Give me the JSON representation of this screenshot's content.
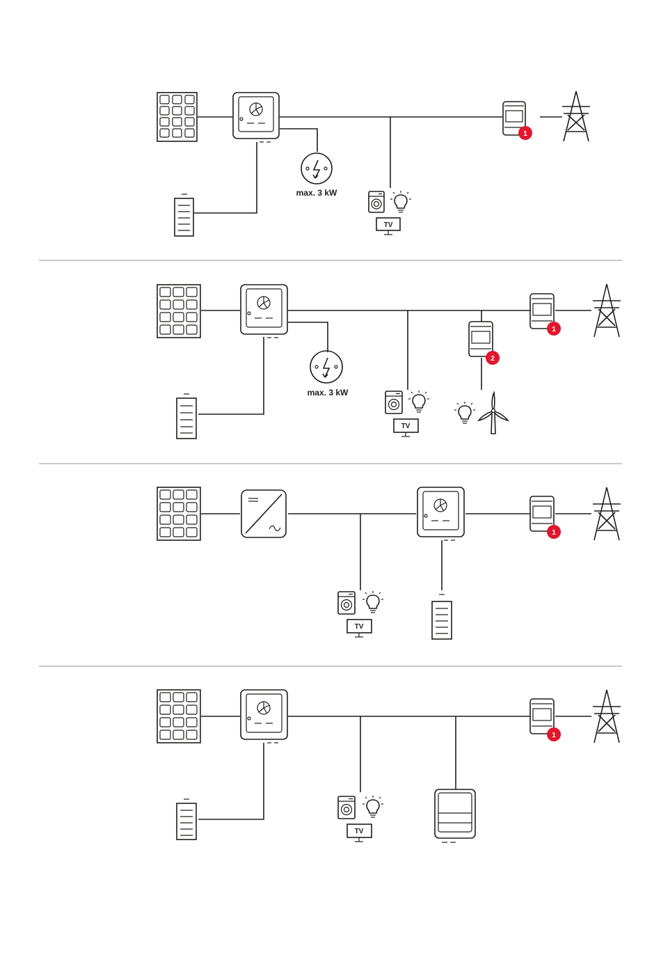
{
  "colors": {
    "line": "#1d1d1b",
    "badge": "#e2172f",
    "separator": "#c8c8c8"
  },
  "diagrams": [
    {
      "id": "diagram-1",
      "wallbox_label": "max. 3 kW",
      "badges": {
        "primary_meter": "1"
      },
      "tv_label": "TV"
    },
    {
      "id": "diagram-2",
      "wallbox_label": "max. 3 kW",
      "badges": {
        "primary_meter": "1",
        "secondary_meter": "2"
      },
      "tv_label": "TV"
    },
    {
      "id": "diagram-3",
      "badges": {
        "primary_meter": "1"
      },
      "tv_label": "TV"
    },
    {
      "id": "diagram-4",
      "badges": {
        "primary_meter": "1"
      },
      "tv_label": "TV"
    }
  ],
  "icons": [
    "solar-panel-icon",
    "hybrid-inverter-icon",
    "battery-icon",
    "wallbox-icon",
    "smart-meter-icon",
    "power-pylon-icon",
    "washing-machine-icon",
    "lightbulb-icon",
    "tv-icon",
    "pv-inverter-icon",
    "wind-turbine-icon",
    "secondary-inverter-icon"
  ]
}
